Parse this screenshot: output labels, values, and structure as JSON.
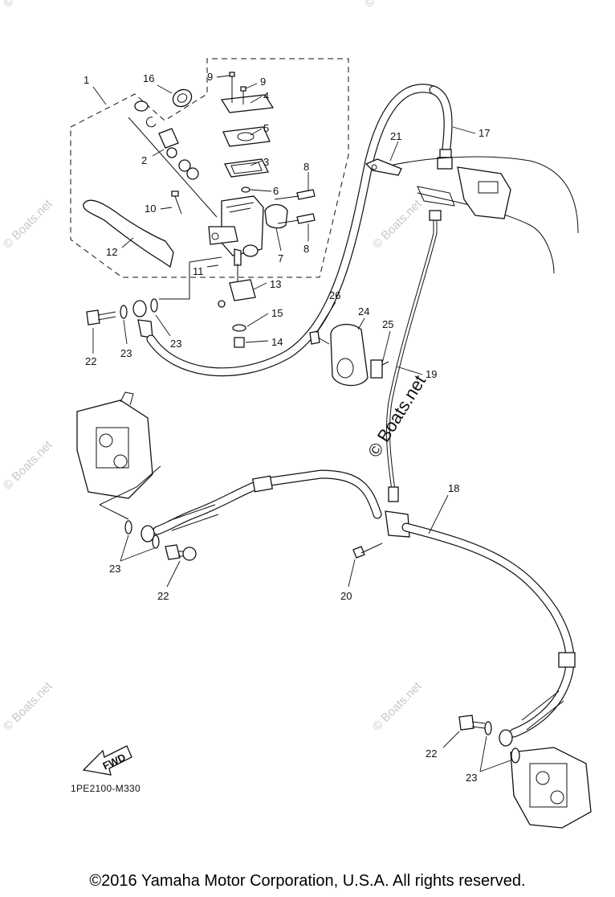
{
  "diagram": {
    "callouts": [
      "1",
      "2",
      "3",
      "4",
      "5",
      "6",
      "7",
      "8",
      "8",
      "9",
      "9",
      "10",
      "11",
      "12",
      "13",
      "14",
      "15",
      "16",
      "17",
      "18",
      "19",
      "20",
      "21",
      "22",
      "22",
      "22",
      "23",
      "23",
      "23",
      "23",
      "24",
      "25",
      "26"
    ],
    "arrow_label": "FWD",
    "code": "1PE2100-M330",
    "watermark": "© Boats.net",
    "center_watermark": "© Boats.net"
  },
  "footer": {
    "copyright": "©2016 Yamaha Motor Corporation, U.S.A. All rights reserved."
  }
}
